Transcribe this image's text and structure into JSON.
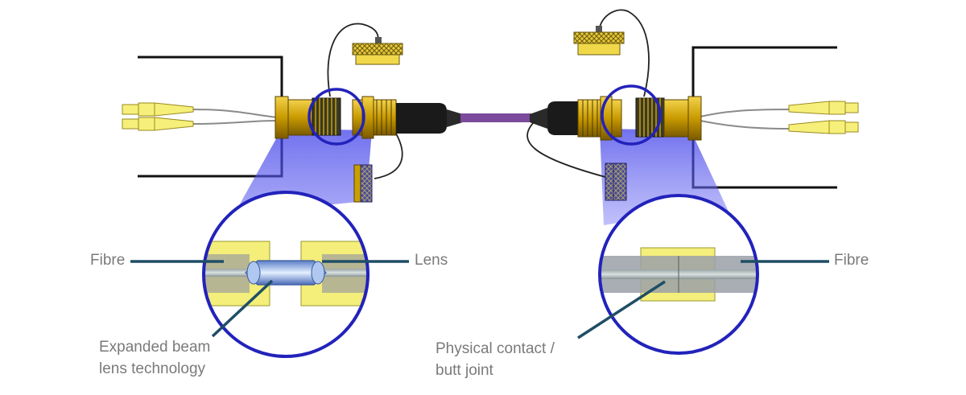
{
  "labels": {
    "fibre_left": "Fibre",
    "lens": "Lens",
    "fibre_right": "Fibre",
    "expanded_line1": "Expanded beam",
    "expanded_line2": "lens technology",
    "physical_line1": "Physical contact /",
    "physical_line2": "butt joint"
  },
  "colors": {
    "accent_blue": "#2222bb",
    "beam_blue": "#5a5af0",
    "connector_gold": "#c9a000",
    "ferrule_yellow": "#f4ee7a",
    "cable_purple": "#7b4a9c",
    "leader_line": "#1f4e66"
  }
}
